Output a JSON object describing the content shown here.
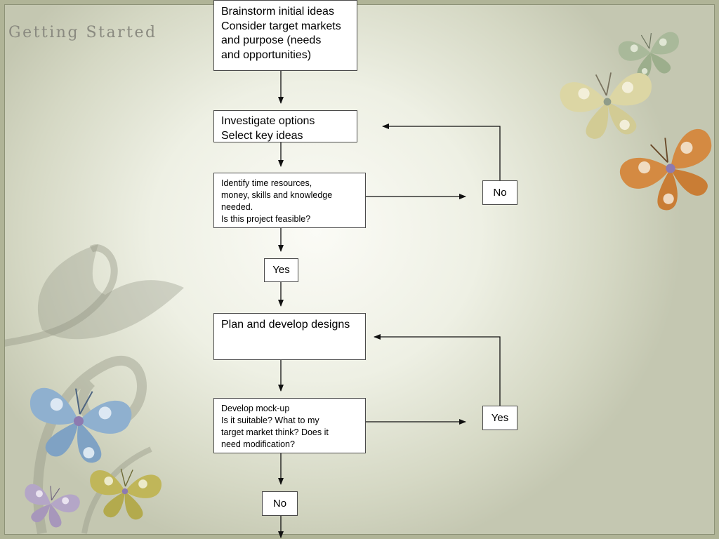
{
  "slide": {
    "title": "Getting Started"
  },
  "flowchart": {
    "step1": [
      "Brainstorm initial ideas",
      "Consider target markets",
      "and purpose (needs",
      "and opportunities)"
    ],
    "step2": [
      "Investigate options",
      "Select key ideas"
    ],
    "step3": [
      "Identify time resources,",
      "money, skills and knowledge",
      "needed.",
      "Is this project feasible?"
    ],
    "no_label_1": "No",
    "yes_label_1": "Yes",
    "step4": [
      "Plan and develop designs"
    ],
    "step5": [
      "Develop mock-up",
      "Is it suitable? What to my",
      "target market think? Does it",
      "need modification?"
    ],
    "yes_label_2": "Yes",
    "no_label_2": "No"
  },
  "colors": {
    "background_light": "#fbfbf6",
    "background_dark": "#c4c7b1",
    "box_border": "#4a4a4a",
    "arrow": "#111111",
    "title": "#8a8a80",
    "butterfly_green": "#a9b99a",
    "butterfly_yellow": "#dcd6a4",
    "butterfly_orange": "#d48a42",
    "butterfly_blue": "#8fb0cf",
    "butterfly_olive": "#c0b659",
    "butterfly_purple": "#b4a6c7"
  },
  "decorations": [
    "butterfly-icon",
    "swirl-vine-graphic"
  ]
}
